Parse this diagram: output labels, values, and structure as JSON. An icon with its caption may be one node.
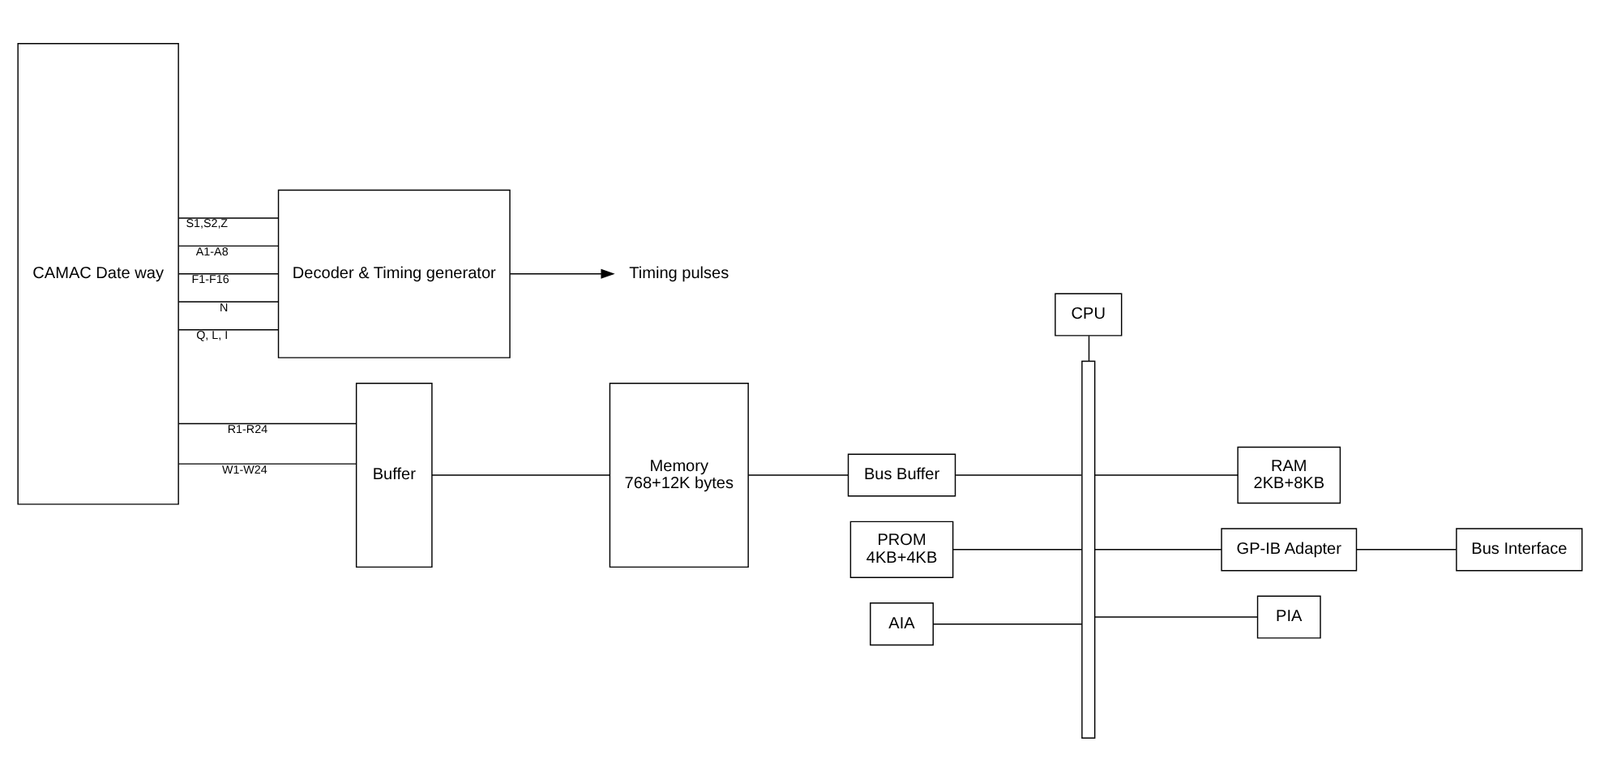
{
  "diagram": {
    "nodes": [
      {
        "text": [
          "CAMAC Date way"
        ]
      },
      {
        "text": [
          "Decoder & Timing generator"
        ]
      },
      {
        "text": [
          "Timing pulses"
        ]
      },
      {
        "text": [
          "Buffer"
        ]
      },
      {
        "text": [
          "Memory",
          "768+12K bytes"
        ]
      },
      {
        "text": [
          "CPU"
        ]
      },
      {
        "text": [],
        "shape": "bar"
      },
      {
        "text": [
          "PROM",
          "4KB+4KB"
        ]
      },
      {
        "text": [
          "RAM",
          "2KB+8KB"
        ]
      },
      {
        "text": [
          "Bus Buffer"
        ]
      },
      {
        "text": [
          "GP-IB Adapter"
        ]
      },
      {
        "text": [
          "Bus Interface"
        ]
      },
      {
        "text": [
          "AIA"
        ]
      },
      {
        "text": [
          "PIA"
        ]
      }
    ],
    "edges": [
      {
        "from": 0,
        "to": 1,
        "arrow": "none",
        "label": "Q, L, I"
      },
      {
        "from": 0,
        "to": 1,
        "arrow": "none",
        "label": "N"
      },
      {
        "from": 0,
        "to": 1,
        "arrow": "none",
        "label": "F1-F16"
      },
      {
        "from": 0,
        "to": 1,
        "arrow": "none",
        "label": "A1-A8"
      },
      {
        "from": 0,
        "to": 1,
        "arrow": "none",
        "label": "S1,S2,Z"
      },
      {
        "from": 1,
        "to": 2,
        "arrow": "to"
      },
      {
        "from": 5,
        "to": 6,
        "arrow": "none"
      },
      {
        "from": 7,
        "to": 6,
        "arrow": "none"
      },
      {
        "from": 6,
        "to": 8,
        "arrow": "none"
      },
      {
        "from": 0,
        "to": 3,
        "arrow": "none",
        "label": "W1-W24"
      },
      {
        "from": 0,
        "to": 3,
        "arrow": "none",
        "label": "R1-R24"
      },
      {
        "from": 3,
        "to": 4,
        "arrow": "none"
      },
      {
        "from": 4,
        "to": 9,
        "arrow": "none"
      },
      {
        "from": 9,
        "to": 6,
        "arrow": "none"
      },
      {
        "from": 6,
        "to": 10,
        "arrow": "none"
      },
      {
        "from": 10,
        "to": 11,
        "arrow": "none"
      },
      {
        "from": 12,
        "to": 6,
        "arrow": "none"
      },
      {
        "from": 6,
        "to": 13,
        "arrow": "none"
      }
    ]
  }
}
